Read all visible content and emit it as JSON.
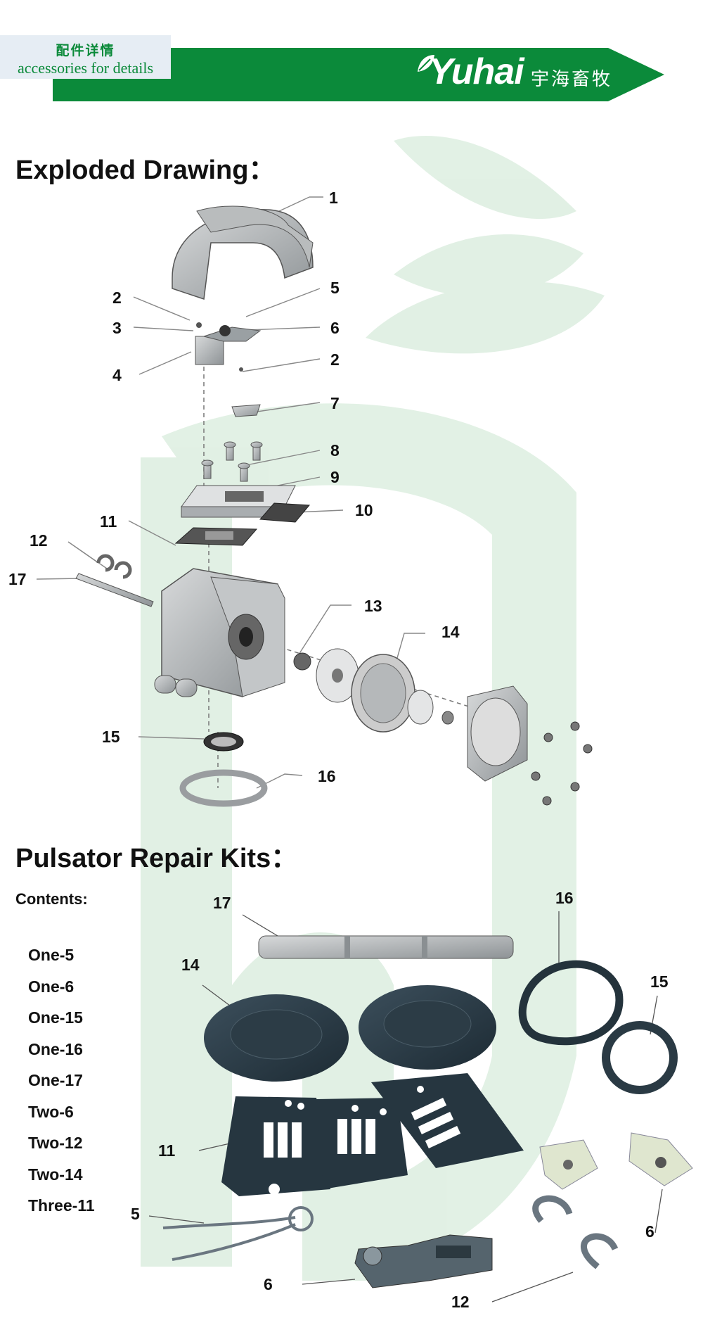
{
  "header": {
    "cn_title": "配件详情",
    "en_title": "accessories for details",
    "brand": "Yuhai",
    "brand_cn": "宇海畜牧",
    "colors": {
      "green": "#0b8a3a",
      "box_bg": "#e6edf4"
    }
  },
  "exploded": {
    "title": "Exploded Drawing：",
    "callouts": [
      "1",
      "2",
      "3",
      "4",
      "5",
      "6",
      "2",
      "7",
      "8",
      "9",
      "10",
      "11",
      "12",
      "17",
      "13",
      "14",
      "15",
      "16"
    ]
  },
  "repair": {
    "title": "Pulsator Repair Kits：",
    "contents_label": "Contents:",
    "contents": [
      "One-5",
      "One-6",
      "One-15",
      "One-16",
      "One-17",
      "Two-6",
      "Two-12",
      "Two-14",
      "Three-11"
    ],
    "callouts": [
      "17",
      "16",
      "14",
      "15",
      "11",
      "5",
      "6",
      "6",
      "12"
    ]
  }
}
